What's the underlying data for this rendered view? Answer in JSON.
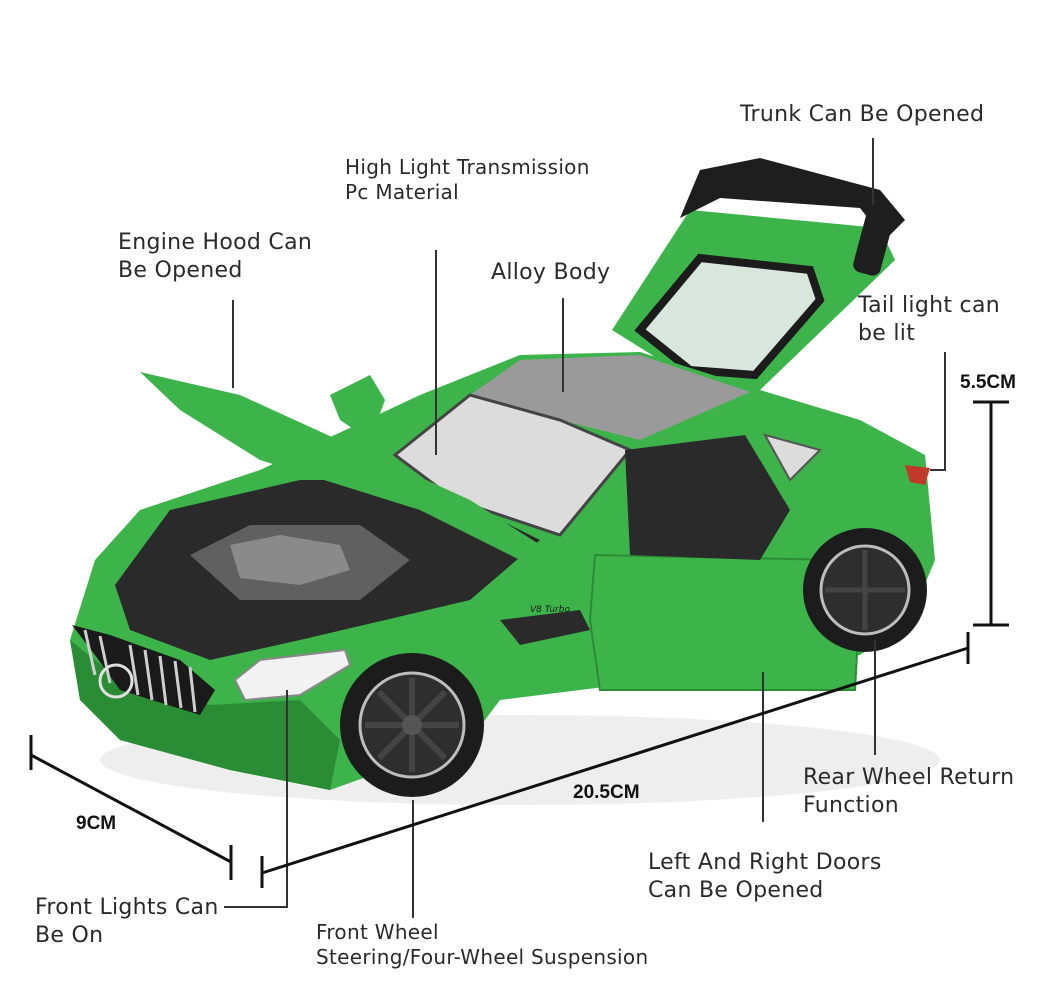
{
  "annotations": {
    "trunk": "Trunk Can Be Opened",
    "pc_line1": "High Light Transmission",
    "pc_line2": "Pc Material",
    "hood_line1": "Engine Hood Can",
    "hood_line2": "Be Opened",
    "alloy": "Alloy Body",
    "tail_line1": "Tail light can",
    "tail_line2": "be lit",
    "rear_wheel_line1": "Rear Wheel Return",
    "rear_wheel_line2": "Function",
    "doors_line1": "Left And Right Doors",
    "doors_line2": "Can Be Opened",
    "front_wheel_line1": "Front Wheel",
    "front_wheel_line2": "Steering/Four-Wheel Suspension",
    "front_lights_line1": "Front Lights Can",
    "front_lights_line2": "Be On"
  },
  "dimensions": {
    "height": "5.5CM",
    "length": "20.5CM",
    "width": "9CM"
  },
  "badge_text": "V8 Turbo",
  "colors": {
    "body_green": "#3cb44a",
    "body_dark_green": "#2a8d36",
    "roof_grey": "#9a9a9a",
    "tire_black": "#1c1c1c",
    "line_color": "#333333"
  }
}
